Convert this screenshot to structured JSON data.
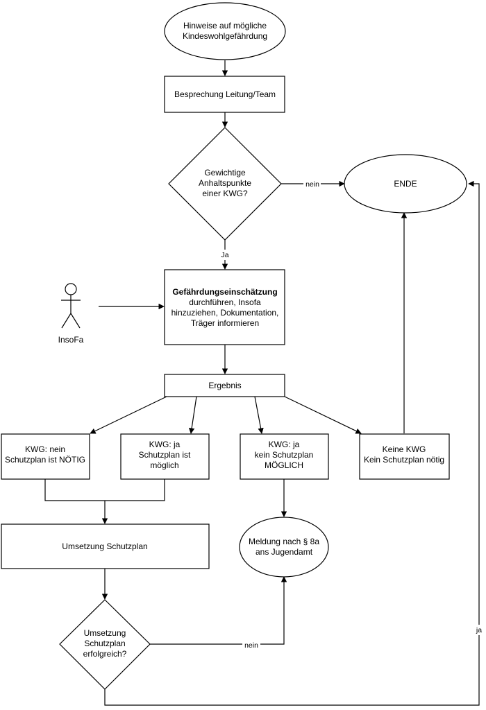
{
  "diagram": {
    "start": {
      "line1": "Hinweise auf mögliche",
      "line2": "Kindeswohlgefährdung"
    },
    "meeting": {
      "label": "Besprechung Leitung/Team"
    },
    "decision_kwg": {
      "line1": "Gewichtige",
      "line2": "Anhaltspunkte",
      "line3": "einer KWG?"
    },
    "end": {
      "label": "ENDE"
    },
    "assessment": {
      "line1": "Gefährdungseinschätzung",
      "line2": "durchführen, Insofa",
      "line3": "hinzuziehen, Dokumentation,",
      "line4": "Träger informieren"
    },
    "actor": {
      "label": "InsoFa"
    },
    "result": {
      "label": "Ergebnis"
    },
    "outcome_necessary": {
      "line1": "KWG: nein",
      "line2": "Schutzplan ist NÖTIG"
    },
    "outcome_possible": {
      "line1": "KWG: ja",
      "line2": "Schutzplan ist",
      "line3": "möglich"
    },
    "outcome_impossible": {
      "line1": "KWG: ja",
      "line2": "kein Schutzplan",
      "line3": "MÖGLICH"
    },
    "outcome_none": {
      "line1": "Keine KWG",
      "line2": "Kein Schutzplan nötig"
    },
    "implementation": {
      "label": "Umsetzung Schutzplan"
    },
    "report": {
      "line1": "Meldung nach § 8a",
      "line2": "ans Jugendamt"
    },
    "decision_success": {
      "line1": "Umsetzung",
      "line2": "Schutzplan",
      "line3": "erfolgreich?"
    },
    "edge_labels": {
      "kwg_no": "nein",
      "kwg_yes": "Ja",
      "success_no": "nein",
      "success_yes": "ja"
    }
  }
}
